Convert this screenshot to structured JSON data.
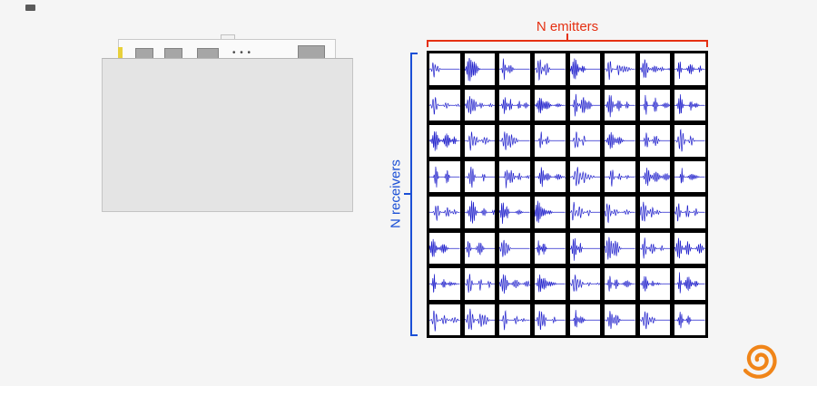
{
  "page": {
    "background": "#f5f5f5",
    "footer_background": "#ffffff"
  },
  "device": {
    "dots": "• • •"
  },
  "matrix": {
    "rows": 8,
    "cols": 8,
    "waveform_color": "#2323cc",
    "cell_background": "#ffffff",
    "grid_background": "#000000"
  },
  "annotations": {
    "emitters": {
      "label": "N emitters",
      "color": "#e53012"
    },
    "receivers": {
      "label": "N receivers",
      "color": "#1a4fd6"
    }
  },
  "logo": {
    "color": "#f08519"
  }
}
